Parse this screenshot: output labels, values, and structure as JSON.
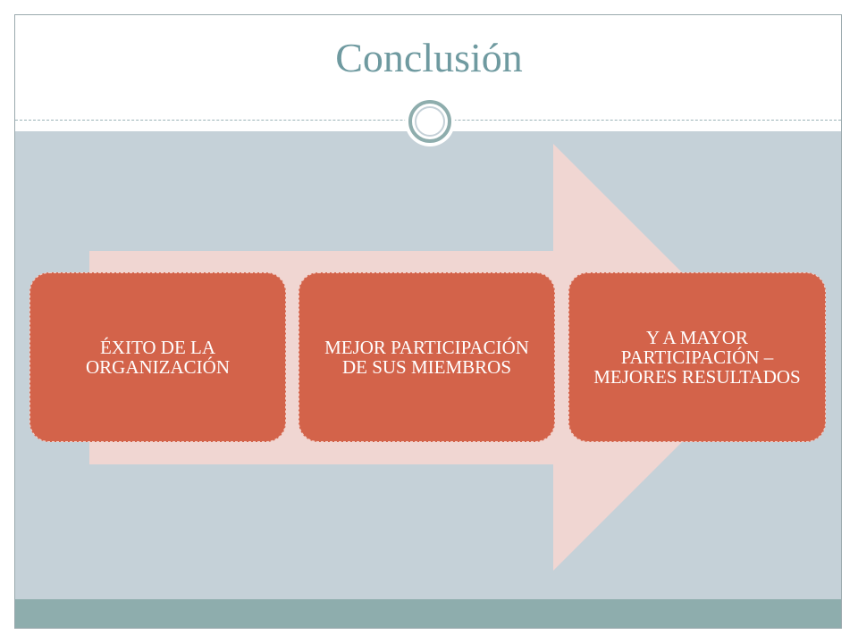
{
  "slide": {
    "title": "Conclusión",
    "steps": [
      {
        "label": "ÉXITO DE LA ORGANIZACIÓN"
      },
      {
        "label": "MEJOR PARTICIPACIÓN DE SUS MIEMBROS"
      },
      {
        "label": "Y A MAYOR PARTICIPACIÓN – MEJORES RESULTADOS"
      }
    ]
  },
  "colors": {
    "title": "#6f9aa0",
    "content_background": "#c5d1d8",
    "bottom_band": "#8eadad",
    "arrow": "#f0d6d2",
    "box": "#d3634a",
    "box_text": "#ffffff"
  }
}
